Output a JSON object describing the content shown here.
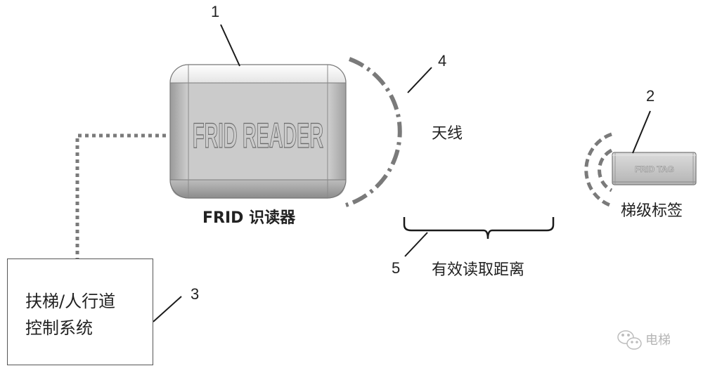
{
  "diagram": {
    "title": "RFID elevator step tag reading system",
    "reader": {
      "embossed_text": "FRID READER",
      "caption": "FRID 识读器",
      "callout": "1"
    },
    "tag": {
      "embossed_text": "FRID TAG",
      "caption": "梯级标签",
      "callout": "2"
    },
    "control_system": {
      "line1": "扶梯/人行道",
      "line2": "控制系统",
      "callout": "3"
    },
    "antenna": {
      "caption": "天线",
      "callout": "4"
    },
    "read_distance": {
      "caption": "有效读取距离",
      "callout": "5"
    },
    "watermark": {
      "icon": "wechat-icon",
      "text": "电梯"
    },
    "colors": {
      "line_dark": "#1a1a1a",
      "dash_gray": "#7a7a7a",
      "device_gray": "#c8c8c8",
      "watermark_gray": "#b5b5b5"
    }
  }
}
